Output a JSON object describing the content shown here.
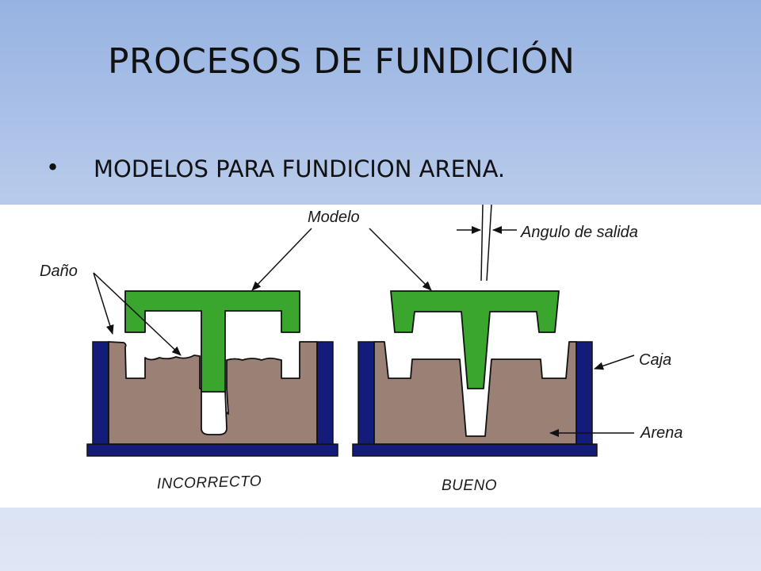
{
  "slide": {
    "title": "PROCESOS DE FUNDICIÓN",
    "bullet_symbol": "•",
    "bullet": "MODELOS PARA FUNDICION ARENA."
  },
  "diagram": {
    "labels": {
      "modelo": "Modelo",
      "angulo": "Angulo de salida",
      "dano": "Daño",
      "caja": "Caja",
      "arena": "Arena"
    },
    "captions": {
      "incorrecto": "INCORRECTO",
      "bueno": "BUENO"
    },
    "colors": {
      "pattern": "#3aa62e",
      "sand": "#9a8075",
      "flask": "#141c7a",
      "outline": "#111111"
    }
  }
}
